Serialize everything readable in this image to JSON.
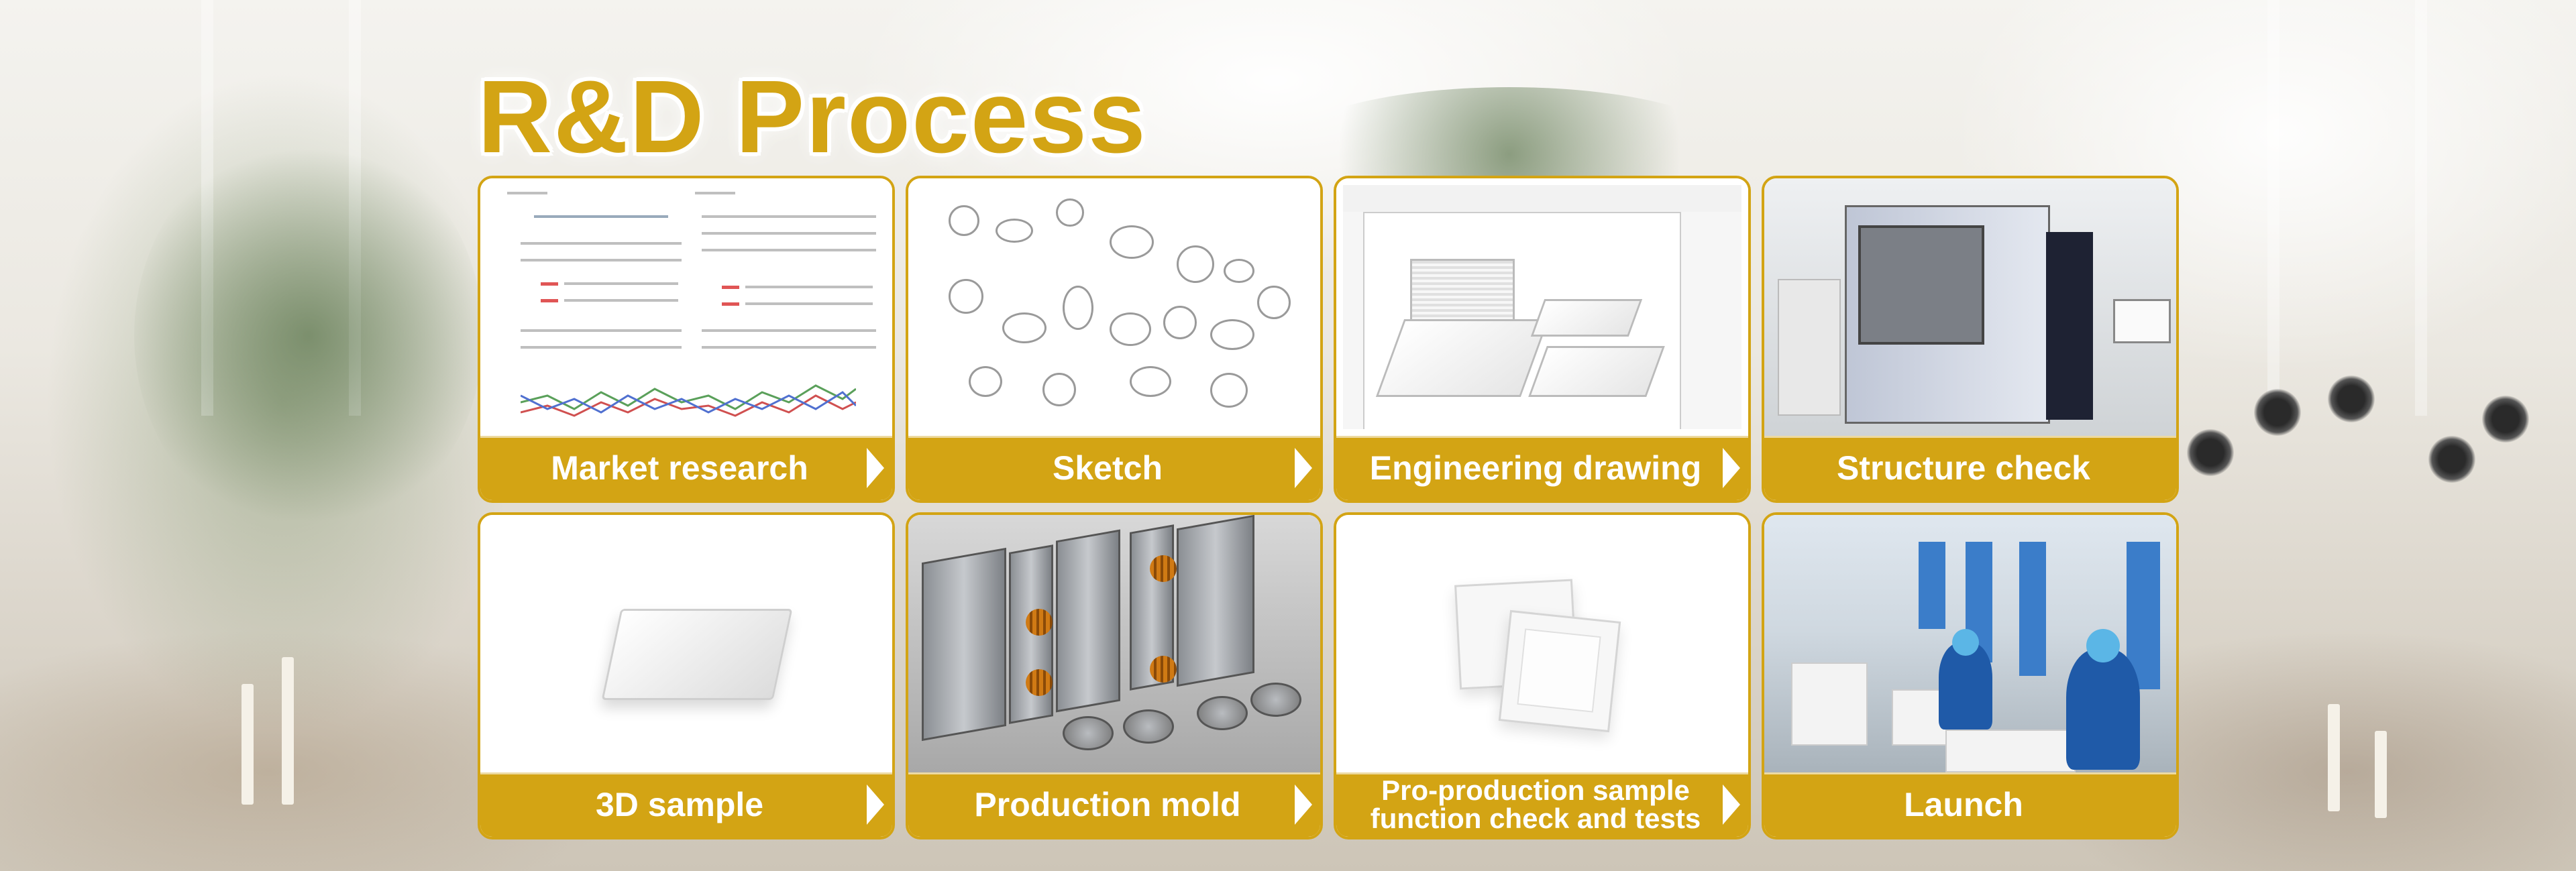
{
  "title": "R&D Process",
  "steps": [
    {
      "label": "Market research"
    },
    {
      "label": "Sketch"
    },
    {
      "label": "Engineering drawing"
    },
    {
      "label": "Structure check"
    },
    {
      "label": "3D sample"
    },
    {
      "label": "Production mold"
    },
    {
      "label": "Pro-production sample function check and tests"
    },
    {
      "label": "Launch"
    }
  ],
  "colors": {
    "accent": "#d3a414",
    "label_text": "#ffffff",
    "card_bg": "#ffffff"
  },
  "icons": {
    "step_arrow": "arrow-right-icon"
  }
}
